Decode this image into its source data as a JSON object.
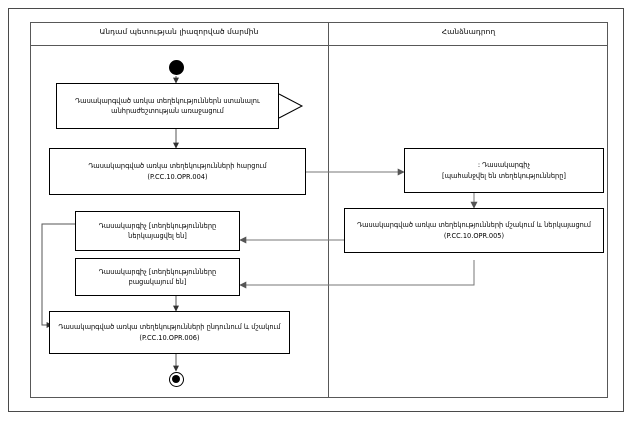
{
  "diagram": {
    "type": "uml-activity-diagram",
    "lanes": [
      {
        "id": "left",
        "title": "Անդամ պետության լիազորված մարմին"
      },
      {
        "id": "right",
        "title": "Հանձնադրող"
      }
    ],
    "nodes": [
      {
        "id": "start",
        "kind": "initial-node",
        "lane": "left"
      },
      {
        "id": "activity-need",
        "kind": "activity",
        "lane": "left",
        "line1": "Դասակարգված առկա տեղեկություններն ստանալու",
        "line2": "անհրաժեշտության առաջացում",
        "code": ""
      },
      {
        "id": "activity-request",
        "kind": "activity",
        "lane": "left",
        "line1": "Դասակարգված առկա տեղեկությունների հարցում",
        "line2": "",
        "code": "(P.CC.10.OPR.004)"
      },
      {
        "id": "state-requested",
        "kind": "state",
        "lane": "right",
        "line1": ": Դասակարգիչ",
        "line2": "[պահանջվել են տեղեկությունները]",
        "code": ""
      },
      {
        "id": "activity-process",
        "kind": "activity",
        "lane": "right",
        "line1": "Դասակարգված առկա տեղեկությունների մշակում և ներկայացում",
        "line2": "",
        "code": "(P.CC.10.OPR.005)"
      },
      {
        "id": "state-presented",
        "kind": "state",
        "lane": "left",
        "line1": "Դասակարգիչ [տեղեկությունները",
        "line2": "ներկայացվել են]",
        "code": ""
      },
      {
        "id": "state-absent",
        "kind": "state",
        "lane": "left",
        "line1": "Դասակարգիչ [տեղեկությունները",
        "line2": "բացակայում են]",
        "code": ""
      },
      {
        "id": "activity-receive",
        "kind": "activity",
        "lane": "left",
        "line1": "Դասակարգված առկա տեղեկությունների ընդունում և մշակում",
        "line2": "",
        "code": "(P.CC.10.OPR.006)"
      },
      {
        "id": "end",
        "kind": "final-node",
        "lane": "left"
      }
    ],
    "colors": {
      "stroke": "#000000",
      "frame": "#4a4a4a",
      "lane": "#585858",
      "background": "#ffffff"
    }
  }
}
